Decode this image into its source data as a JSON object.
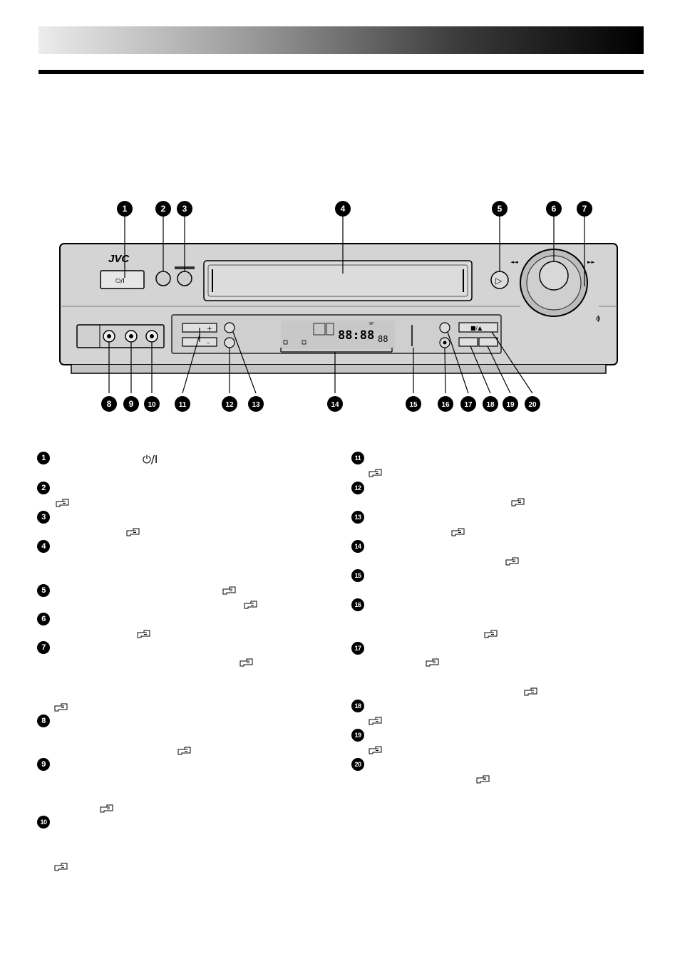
{
  "header": {
    "band_color_dark": "#000000",
    "band_color_light": "#ececec"
  },
  "vcr": {
    "brand_logo": "JVC",
    "power_label": "⏻/I",
    "ch_plus_label": "+",
    "ch_minus_label": "–",
    "display_time": "88:88",
    "display_counter": "88",
    "display_sp": "SP",
    "stop_eject_label": "■/▲",
    "play_symbol": "▷",
    "rew_symbol": "◄◄",
    "ff_symbol": "►►"
  },
  "diagram_callouts": [
    "1",
    "2",
    "3",
    "4",
    "5",
    "6",
    "7",
    "8",
    "9",
    "10",
    "11",
    "12",
    "13",
    "14",
    "15",
    "16",
    "17",
    "18",
    "19",
    "20"
  ],
  "list_left": [
    {
      "num": "1",
      "symbol": "⏻/I"
    },
    {
      "num": "2"
    },
    {
      "num": "3"
    },
    {
      "num": "4"
    },
    {
      "num": "5"
    },
    {
      "num": "6"
    },
    {
      "num": "7"
    },
    {
      "num": "8"
    },
    {
      "num": "9"
    },
    {
      "num": "10"
    }
  ],
  "list_right": [
    {
      "num": "11"
    },
    {
      "num": "12"
    },
    {
      "num": "13"
    },
    {
      "num": "14"
    },
    {
      "num": "15"
    },
    {
      "num": "16"
    },
    {
      "num": "17"
    },
    {
      "num": "18"
    },
    {
      "num": "19"
    },
    {
      "num": "20"
    }
  ],
  "icons": {
    "reference": "hand-pointer-icon"
  }
}
